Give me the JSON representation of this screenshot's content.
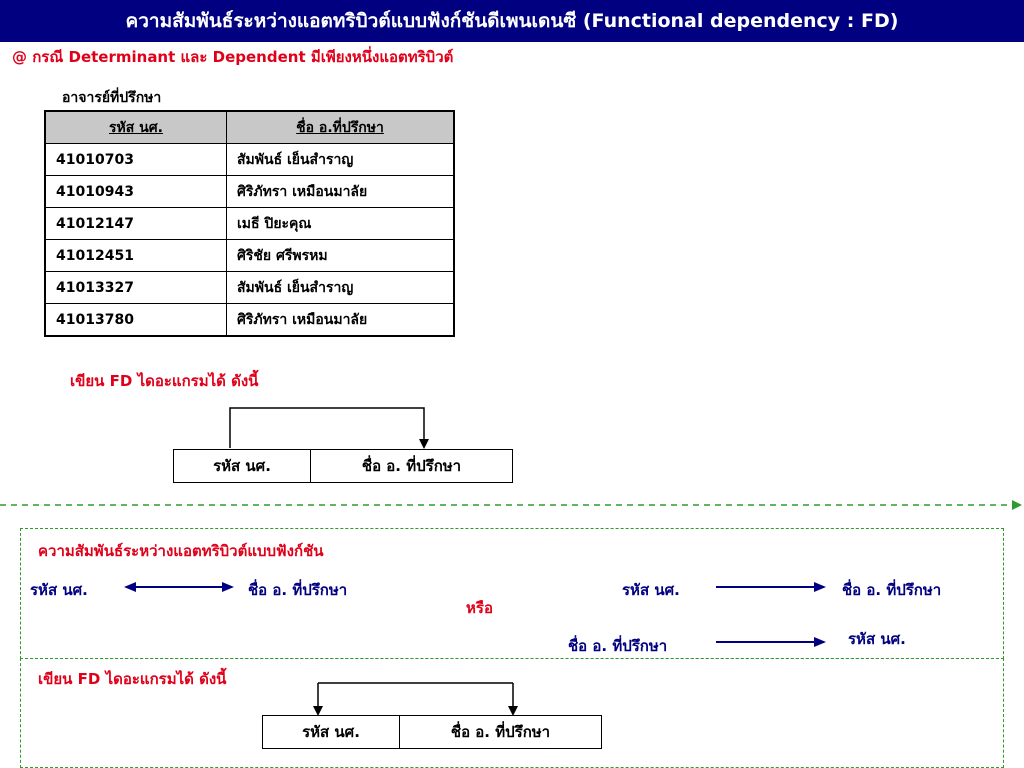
{
  "title": "ความสัมพันธ์ระหว่างแอตทริบิวต์แบบฟังก์ชันดีเพนเดนซี (Functional dependency : FD)",
  "subtitle": "@ กรณี Determinant และ Dependent มีเพียงหนึ่งแอตทริบิวต์",
  "table": {
    "caption": "อาจารย์ที่ปรึกษา",
    "headers": [
      "รหัส นศ.",
      "ชื่อ อ.ที่ปรึกษา"
    ],
    "rows": [
      [
        "41010703",
        "สัมพันธ์ เย็นสำราญ"
      ],
      [
        "41010943",
        "ศิริภัทรา เหมือนมาลัย"
      ],
      [
        "41012147",
        "เมธี ปิยะคุณ"
      ],
      [
        "41012451",
        "ศิริชัย ศรีพรหม"
      ],
      [
        "41013327",
        "สัมพันธ์ เย็นสำราญ"
      ],
      [
        "41013780",
        "ศิริภัทรา เหมือนมาลัย"
      ]
    ]
  },
  "diagram1": {
    "caption": "เขียน FD ไดอะแกรมได้ ดังนี้",
    "left_box": "รหัส นศ.",
    "right_box": "ชื่อ อ. ที่ปรึกษา"
  },
  "relation_section": {
    "heading": "ความสัมพันธ์ระหว่างแอตทริบิวต์แบบฟังก์ชัน",
    "left_attr": "รหัส นศ.",
    "right_attr": "ชื่อ อ. ที่ปรึกษา",
    "or_label": "หรือ",
    "alt1_from": "รหัส นศ.",
    "alt1_to": "ชื่อ อ. ที่ปรึกษา",
    "alt2_from": "ชื่อ อ. ที่ปรึกษา",
    "alt2_to": "รหัส นศ."
  },
  "diagram2": {
    "caption": "เขียน FD ไดอะแกรมได้ ดังนี้",
    "left_box": "รหัส นศ.",
    "right_box": "ชื่อ อ. ที่ปรึกษา"
  },
  "colors": {
    "title_bg": "#000080",
    "accent_red": "#e0001a",
    "navy_text": "#000080",
    "dashed_green": "#2e9a2e"
  }
}
